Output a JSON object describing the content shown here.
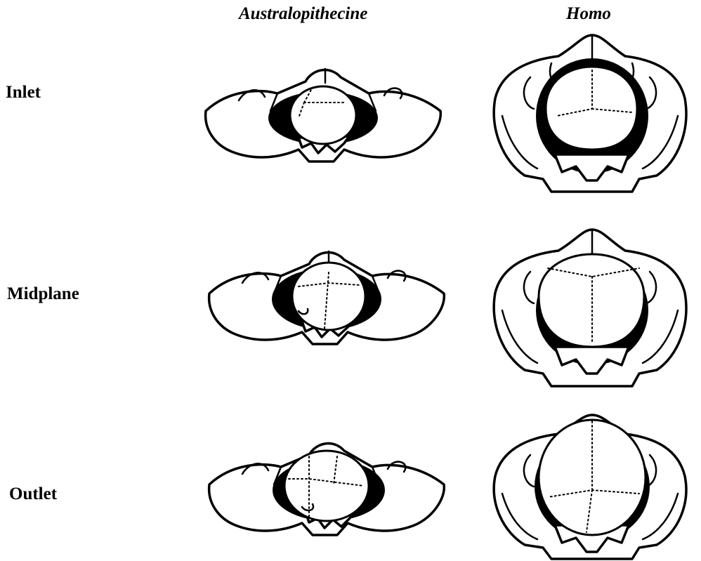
{
  "columns": {
    "left": "Australopithecine",
    "right": "Homo"
  },
  "rows": [
    {
      "label": "Inlet"
    },
    {
      "label": "Midplane"
    },
    {
      "label": "Outlet"
    }
  ]
}
